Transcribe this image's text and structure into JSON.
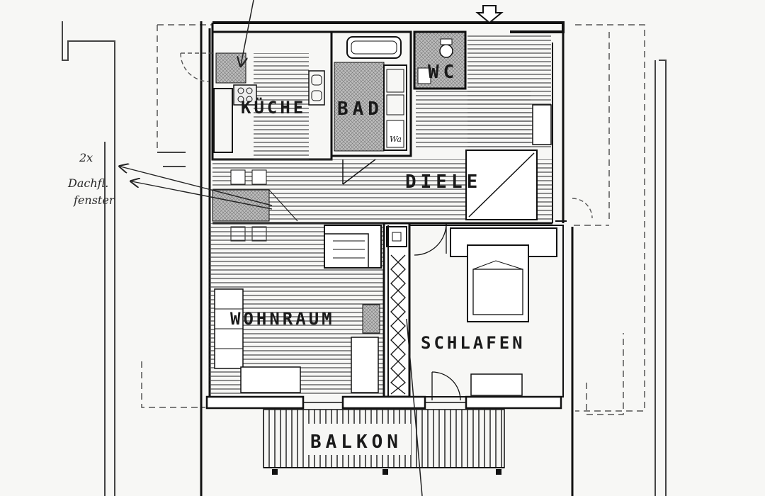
{
  "rooms": {
    "kueche": "KÜCHE",
    "bad": "BAD",
    "wc": "WC",
    "diele": "DIELE",
    "wohnraum": "WOHNRAUM",
    "schlafen": "SCHLAFEN",
    "balkon": "BALKON"
  },
  "fixtures": {
    "washbasin": "Wa"
  },
  "annotation": {
    "line1": "2x",
    "line2": "Dachfl.",
    "line3": "fenster"
  }
}
